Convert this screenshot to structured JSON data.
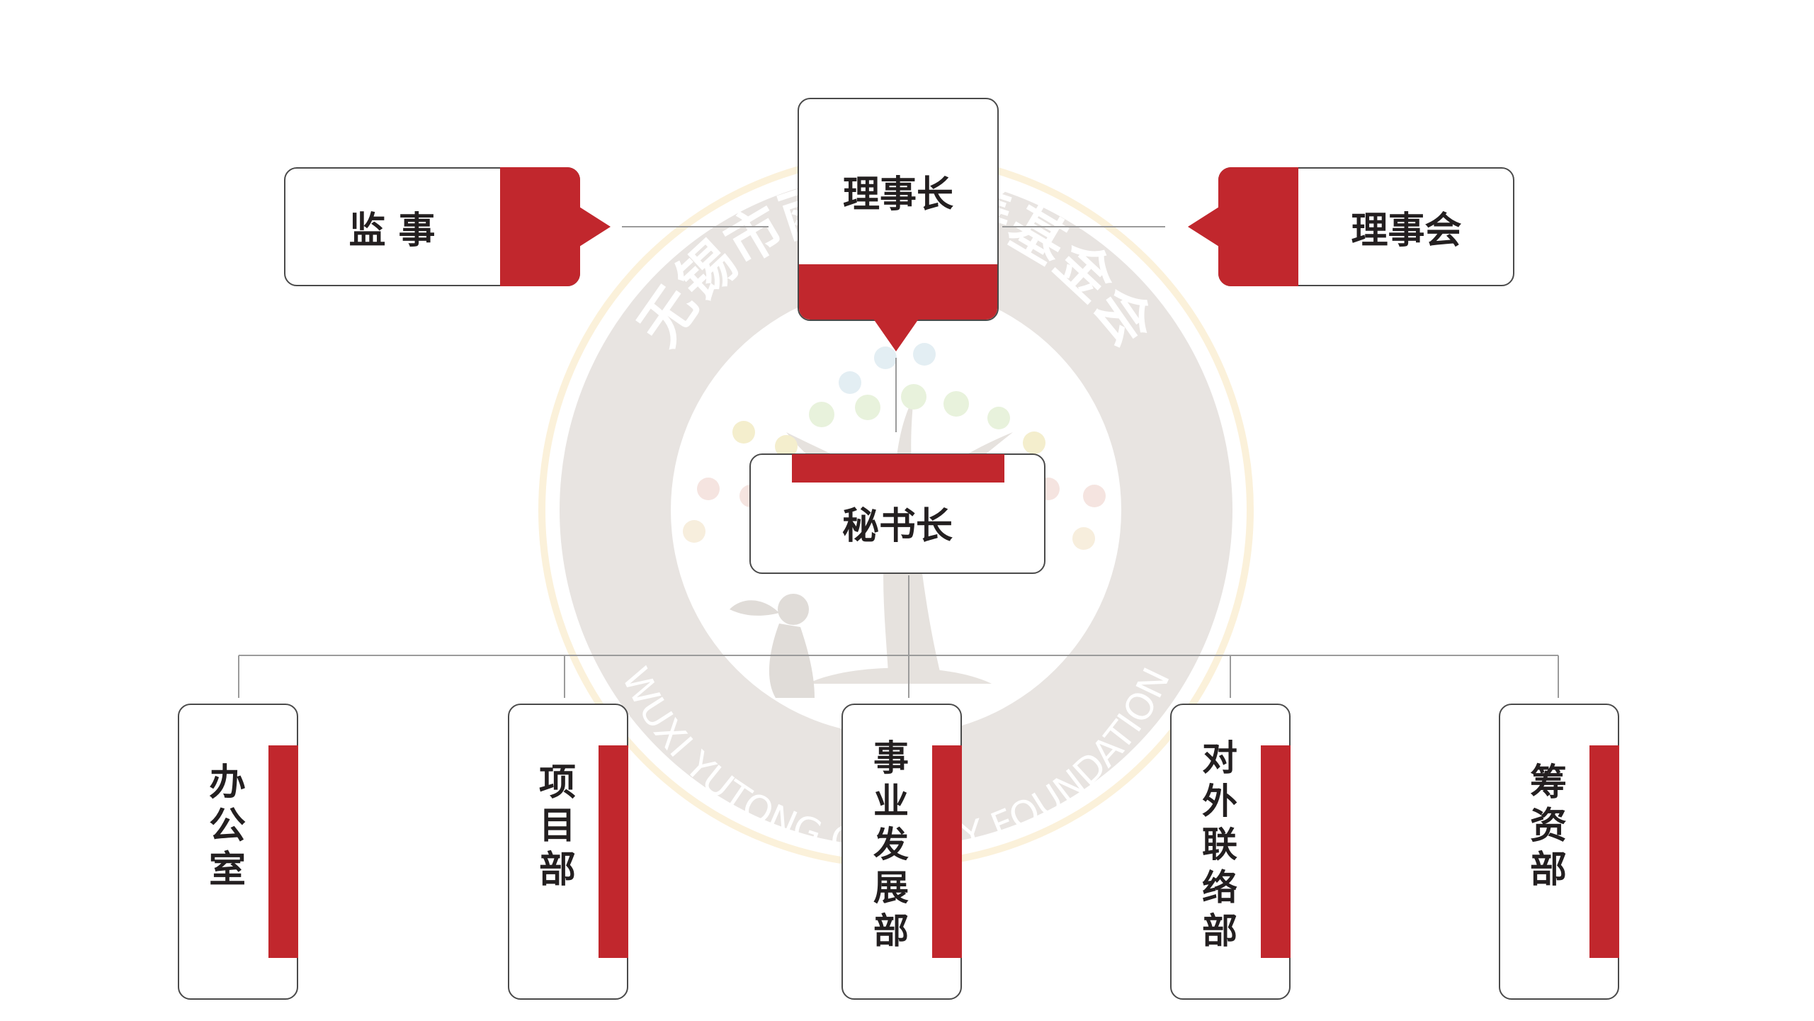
{
  "colors": {
    "accent_red": "#c1272d",
    "box_border": "#4a4a4a",
    "text": "#231f20",
    "connector": "#9b9b9b",
    "watermark_gray": "#e8e4e1",
    "watermark_ring": "#fbf1da"
  },
  "nodes": {
    "supervisor": "监 事",
    "chairman": "理事长",
    "board": "理事会",
    "secretary_general": "秘书长",
    "departments": [
      {
        "label": "办公室",
        "chars": [
          "办",
          "公",
          "室"
        ]
      },
      {
        "label": "项目部",
        "chars": [
          "项",
          "目",
          "部"
        ]
      },
      {
        "label": "事业发展部",
        "chars": [
          "事",
          "业",
          "发",
          "展",
          "部"
        ]
      },
      {
        "label": "对外联络部",
        "chars": [
          "对",
          "外",
          "联",
          "络",
          "部"
        ]
      },
      {
        "label": "筹资部",
        "chars": [
          "筹",
          "资",
          "部"
        ]
      }
    ]
  },
  "watermark": {
    "name_cn": "无锡市雨桐慈善基金会",
    "name_en": "WUXI YUTONG CHARITY FOUNDATION",
    "icons": [
      "tree-icon",
      "girl-silhouette-icon",
      "heart-leaf-icon"
    ]
  }
}
